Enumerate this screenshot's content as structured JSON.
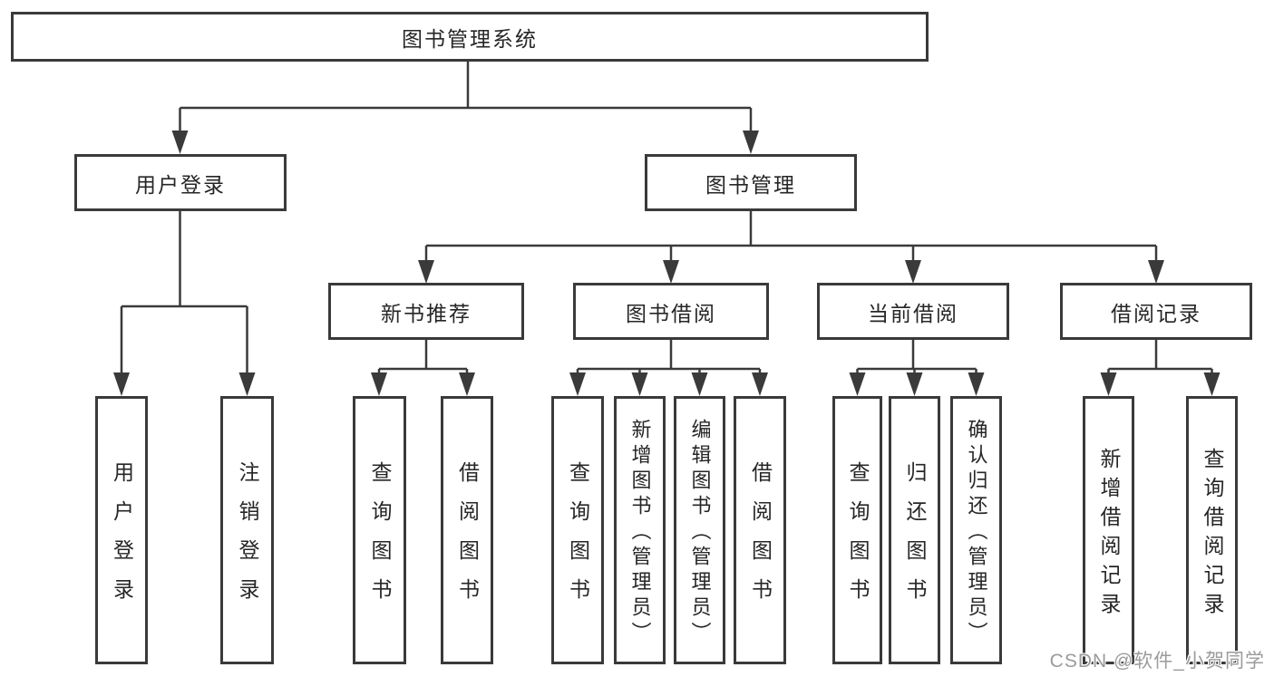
{
  "diagram": {
    "root": {
      "label": "图书管理系统"
    },
    "level2": [
      {
        "label": "用户登录"
      },
      {
        "label": "图书管理"
      }
    ],
    "level3": [
      {
        "label": "新书推荐"
      },
      {
        "label": "图书借阅"
      },
      {
        "label": "当前借阅"
      },
      {
        "label": "借阅记录"
      }
    ],
    "leaves": {
      "user_login": [
        "用户登录",
        "注销登录"
      ],
      "new_book": [
        "查询图书",
        "借阅图书"
      ],
      "book_borrow": [
        "查询图书",
        "新增图书（管理员）",
        "编辑图书（管理员）",
        "借阅图书"
      ],
      "current_borrow": [
        "查询图书",
        "归还图书",
        "确认归还（管理员）"
      ],
      "borrow_records": [
        "新增借阅记录",
        "查询借阅记录"
      ]
    }
  },
  "watermark": {
    "text": "CSDN @软件_小贺同学"
  },
  "colors": {
    "line": "#3a3a3a",
    "text": "#262626",
    "watermark": "#9b9b9b",
    "background": "#ffffff"
  }
}
